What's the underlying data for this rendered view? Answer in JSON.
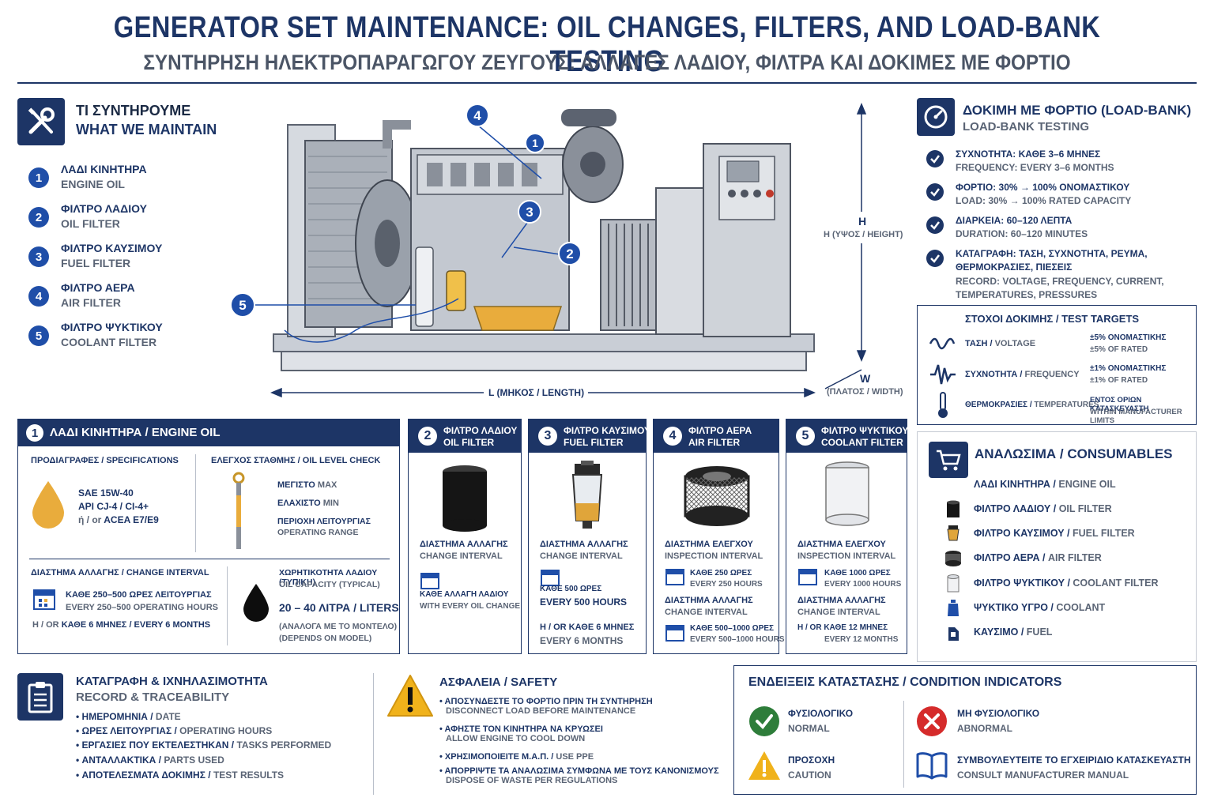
{
  "header": {
    "title": "GENERATOR SET MAINTENANCE: OIL CHANGES, FILTERS, AND LOAD-BANK TESTING",
    "subtitle": "ΣΥΝΤΗΡΗΣΗ ΗΛΕΚΤΡΟΠΑΡΑΓΩΓΟΥ ΖΕΥΓΟΥΣ: ΑΛΛΑΓΕΣ ΛΑΔΙΟΥ, ΦΙΛΤΡΑ ΚΑΙ ΔΟΚΙΜΕΣ ΜΕ ΦΟΡΤΙΟ"
  },
  "maintain": {
    "title_gr": "ΤΙ ΣΥΝΤΗΡΟΥΜΕ",
    "title_en": "WHAT WE MAINTAIN",
    "items": [
      {
        "num": "1",
        "gr": "ΛΑΔΙ ΚΙΝΗΤΗΡΑ",
        "en": "ENGINE OIL"
      },
      {
        "num": "2",
        "gr": "ΦΙΛΤΡΟ ΛΑΔΙΟΥ",
        "en": "OIL FILTER"
      },
      {
        "num": "3",
        "gr": "ΦΙΛΤΡΟ ΚΑΥΣΙΜΟΥ",
        "en": "FUEL FILTER"
      },
      {
        "num": "4",
        "gr": "ΦΙΛΤΡΟ ΑΕΡΑ",
        "en": "AIR FILTER"
      },
      {
        "num": "5",
        "gr": "ΦΙΛΤΡΟ ΨΥΚΤΙΚΟΥ",
        "en": "COOLANT FILTER"
      }
    ]
  },
  "diagram": {
    "callouts": [
      "1",
      "2",
      "3",
      "4",
      "5"
    ],
    "height_letter": "H",
    "height_label": "H (ΥΨΟΣ / HEIGHT)",
    "width_letter": "W",
    "width_label": "(ΠΛΑΤΟΣ / WIDTH)",
    "length_label": "L (ΜΗΚΟΣ / LENGTH)"
  },
  "loadbank": {
    "title_gr": "ΔΟΚΙΜΗ ΜΕ ΦΟΡΤΙΟ (LOAD-BANK)",
    "title_en": "LOAD-BANK TESTING",
    "rows": [
      {
        "l1": "ΣΥΧΝΟΤΗΤΑ: ΚΑΘΕ 3–6 ΜΗΝΕΣ",
        "l2": "FREQUENCY: EVERY 3–6 MONTHS"
      },
      {
        "l1": "ΦΟΡΤΙΟ: 30% → 100% ΟΝΟΜΑΣΤΙΚΟΥ",
        "l2": "LOAD: 30% → 100% RATED CAPACITY"
      },
      {
        "l1": "ΔΙΑΡΚΕΙΑ: 60–120 ΛΕΠΤΑ",
        "l2": "DURATION: 60–120 MINUTES"
      },
      {
        "l1": "ΚΑΤΑΓΡΑΦΗ: ΤΑΣΗ, ΣΥΧΝΟΤΗΤΑ, ΡΕΥΜΑ,",
        "l2": "ΘΕΡΜΟΚΡΑΣΙΕΣ, ΠΙΕΣΕΙΣ",
        "l3": "RECORD: VOLTAGE, FREQUENCY, CURRENT,",
        "l4": "TEMPERATURES, PRESSURES"
      }
    ],
    "targets": {
      "title": "ΣΤΟΧΟΙ ΔΟΚΙΜΗΣ / TEST TARGETS",
      "rows": [
        {
          "gr": "ΤΑΣΗ",
          "en": "VOLTAGE",
          "v1": "±5% ΟΝΟΜΑΣΤΙΚΗΣ",
          "v2": "±5% OF RATED"
        },
        {
          "gr": "ΣΥΧΝΟΤΗΤΑ",
          "en": "FREQUENCY",
          "v1": "±1% ΟΝΟΜΑΣΤΙΚΗΣ",
          "v2": "±1% OF RATED"
        },
        {
          "gr": "ΘΕΡΜΟΚΡΑΣΙΕΣ",
          "en": "TEMPERATURES",
          "v1": "ΕΝΤΟΣ ΟΡΙΩΝ ΚΑΤΑΣΚΕΥΑΣΤΗ",
          "v2": "WITHIN MANUFACTURER LIMITS"
        }
      ]
    }
  },
  "engine_oil": {
    "num": "1",
    "title": "ΛΑΔΙ ΚΙΝΗΤΗΡΑ / ENGINE OIL",
    "spec_head_gr": "ΠΡΟΔΙΑΓΡΑΦΕΣ",
    "spec_head_en": "SPECIFICATIONS",
    "spec_l1": "SAE 15W-40",
    "spec_l2": "API CJ-4 / CI-4+",
    "spec_l3_gr": "ή / or",
    "spec_l3_en": "ACEA E7/E9",
    "level_head_gr": "ΕΛΕΓΧΟΣ ΣΤΑΘΜΗΣ",
    "level_head_en": "OIL LEVEL CHECK",
    "max_gr": "ΜΕΓΙΣΤΟ",
    "max_en": "MAX",
    "min_gr": "ΕΛΑΧΙΣΤΟ",
    "min_en": "MIN",
    "range_gr": "ΠΕΡΙΟΧΗ ΛΕΙΤΟΥΡΓΙΑΣ",
    "range_en": "OPERATING RANGE",
    "interval_head_gr": "ΔΙΑΣΤΗΜΑ ΑΛΛΑΓΗΣ",
    "interval_head_en": "CHANGE INTERVAL",
    "interval_l1": "ΚΑΘΕ 250–500 ΩΡΕΣ ΛΕΙΤΟΥΡΓΙΑΣ",
    "interval_l2": "EVERY 250–500 OPERATING HOURS",
    "interval_or": "H / OR",
    "interval_l3": "ΚΑΘΕ 6 ΜΗΝΕΣ / EVERY 6 MONTHS",
    "capacity_head_gr": "ΧΩΡΗΤΙΚΟΤΗΤΑ ΛΑΔΙΟΥ (ΤΥΠΙΚΗ)",
    "capacity_head_en": "OIL CAPACITY (TYPICAL)",
    "capacity_value": "20 – 40 ΛΙΤΡΑ / LITERS",
    "capacity_note_gr": "(ΑΝΑΛΟΓΑ ΜΕ ΤΟ ΜΟΝΤΕΛΟ)",
    "capacity_note_en": "(DEPENDS ON MODEL)"
  },
  "filters": [
    {
      "num": "2",
      "gr": "ΦΙΛΤΡΟ ΛΑΔΙΟΥ",
      "en": "OIL FILTER",
      "ih_gr": "ΔΙΑΣΤΗΜΑ ΑΛΛΑΓΗΣ",
      "ih_en": "CHANGE INTERVAL",
      "a1": "ΚΑΘΕ ΑΛΛΑΓΗ ΛΑΔΙΟΥ",
      "a2": "WITH EVERY OIL CHANGE"
    },
    {
      "num": "3",
      "gr": "ΦΙΛΤΡΟ ΚΑΥΣΙΜΟΥ",
      "en": "FUEL FILTER",
      "ih_gr": "ΔΙΑΣΤΗΜΑ ΑΛΛΑΓΗΣ",
      "ih_en": "CHANGE INTERVAL",
      "a1": "ΚΑΘΕ 500 ΩΡΕΣ",
      "a2": "EVERY 500 HOURS",
      "b1": "H / OR ΚΑΘΕ 6 ΜΗΝΕΣ",
      "b2": "EVERY 6 MONTHS"
    },
    {
      "num": "4",
      "gr": "ΦΙΛΤΡΟ ΑΕΡΑ",
      "en": "AIR FILTER",
      "ih_gr": "ΔΙΑΣΤΗΜΑ ΕΛΕΓΧΟΥ",
      "ih_en": "INSPECTION INTERVAL",
      "a1": "ΚΑΘΕ 250 ΩΡΕΣ",
      "a2": "EVERY 250 HOURS",
      "ch_gr": "ΔΙΑΣΤΗΜΑ ΑΛΛΑΓΗΣ",
      "ch_en": "CHANGE INTERVAL",
      "b1": "ΚΑΘΕ 500–1000 ΩΡΕΣ",
      "b2": "EVERY 500–1000 HOURS"
    },
    {
      "num": "5",
      "gr": "ΦΙΛΤΡΟ ΨΥΚΤΙΚΟΥ",
      "en": "COOLANT FILTER",
      "ih_gr": "ΔΙΑΣΤΗΜΑ ΕΛΕΓΧΟΥ",
      "ih_en": "INSPECTION INTERVAL",
      "a1": "ΚΑΘΕ 1000 ΩΡΕΣ",
      "a2": "EVERY 1000 HOURS",
      "ch_gr": "ΔΙΑΣΤΗΜΑ ΑΛΛΑΓΗΣ",
      "ch_en": "CHANGE INTERVAL",
      "b1": "H / OR ΚΑΘΕ 12 ΜΗΝΕΣ",
      "b2": "EVERY 12 MONTHS"
    }
  ],
  "consumables": {
    "title": "ΑΝΑΛΩΣΙΜΑ / CONSUMABLES",
    "items": [
      {
        "gr": "ΛΑΔΙ ΚΙΝΗΤΗΡΑ",
        "en": "ENGINE OIL"
      },
      {
        "gr": "ΦΙΛΤΡΟ ΛΑΔΙΟΥ",
        "en": "OIL FILTER"
      },
      {
        "gr": "ΦΙΛΤΡΟ ΚΑΥΣΙΜΟΥ",
        "en": "FUEL FILTER"
      },
      {
        "gr": "ΦΙΛΤΡΟ ΑΕΡΑ",
        "en": "AIR FILTER"
      },
      {
        "gr": "ΦΙΛΤΡΟ ΨΥΚΤΙΚΟΥ",
        "en": "COOLANT FILTER"
      },
      {
        "gr": "ΨΥΚΤΙΚΟ ΥΓΡΟ",
        "en": "COOLANT"
      },
      {
        "gr": "ΚΑΥΣΙΜΟ",
        "en": "FUEL"
      }
    ]
  },
  "records": {
    "title_gr": "ΚΑΤΑΓΡΑΦΗ & ΙΧΝΗΛΑΣΙΜΟΤΗΤΑ",
    "title_en": "RECORD & TRACEABILITY",
    "items": [
      {
        "gr": "ΗΜΕΡΟΜΗΝΙΑ",
        "en": "DATE"
      },
      {
        "gr": "ΩΡΕΣ ΛΕΙΤΟΥΡΓΙΑΣ",
        "en": "OPERATING HOURS"
      },
      {
        "gr": "ΕΡΓΑΣΙΕΣ ΠΟΥ ΕΚΤΕΛΕΣΤΗΚΑΝ",
        "en": "TASKS PERFORMED"
      },
      {
        "gr": "ΑΝΤΑΛΛΑΚΤΙΚΑ",
        "en": "PARTS USED"
      },
      {
        "gr": "ΑΠΟΤΕΛΕΣΜΑΤΑ ΔΟΚΙΜΗΣ",
        "en": "TEST RESULTS"
      }
    ]
  },
  "safety": {
    "title": "ΑΣΦΑΛΕΙΑ / SAFETY",
    "items": [
      {
        "gr": "ΑΠΟΣΥΝΔΕΣΤΕ ΤΟ ΦΟΡΤΙΟ ΠΡΙΝ ΤΗ ΣΥΝΤΗΡΗΣΗ",
        "en": "DISCONNECT LOAD BEFORE MAINTENANCE"
      },
      {
        "gr": "ΑΦΗΣΤΕ ΤΟΝ ΚΙΝΗΤΗΡΑ ΝΑ ΚΡΥΩΣΕΙ",
        "en": "ALLOW ENGINE TO COOL DOWN"
      },
      {
        "gr": "ΧΡΗΣΙΜΟΠΟΙΕΙΤΕ Μ.Α.Π.",
        "en": "USE PPE"
      },
      {
        "gr": "ΑΠΟΡΡΙΨΤΕ ΤΑ ΑΝΑΛΩΣΙΜΑ ΣΥΜΦΩΝΑ ΜΕ ΤΟΥΣ ΚΑΝΟΝΙΣΜΟΥΣ",
        "en": "DISPOSE OF WASTE PER REGULATIONS"
      }
    ]
  },
  "indicators": {
    "title": "ΕΝΔΕΙΞΕΙΣ ΚΑΤΑΣΤΑΣΗΣ / CONDITION INDICATORS",
    "normal_gr": "ΦΥΣΙΟΛΟΓΙΚΟ",
    "normal_en": "NORMAL",
    "abnormal_gr": "ΜΗ ΦΥΣΙΟΛΟΓΙΚΟ",
    "abnormal_en": "ABNORMAL",
    "caution_gr": "ΠΡΟΣΟΧΗ",
    "caution_en": "CAUTION",
    "manual_gr": "ΣΥΜΒΟΥΛΕΥΤΕΙΤΕ ΤΟ ΕΓΧΕΙΡΙΔΙΟ ΚΑΤΑΣΚΕΥΑΣΤΗ",
    "manual_en": "CONSULT MANUFACTURER MANUAL"
  },
  "colors": {
    "navy": "#1d3566",
    "blue": "#1f4ea8",
    "oil_gold": "#e9ac3c",
    "ok_green": "#2e7d3a",
    "bad_red": "#d52b2b",
    "warn_yellow": "#f0b21b"
  }
}
